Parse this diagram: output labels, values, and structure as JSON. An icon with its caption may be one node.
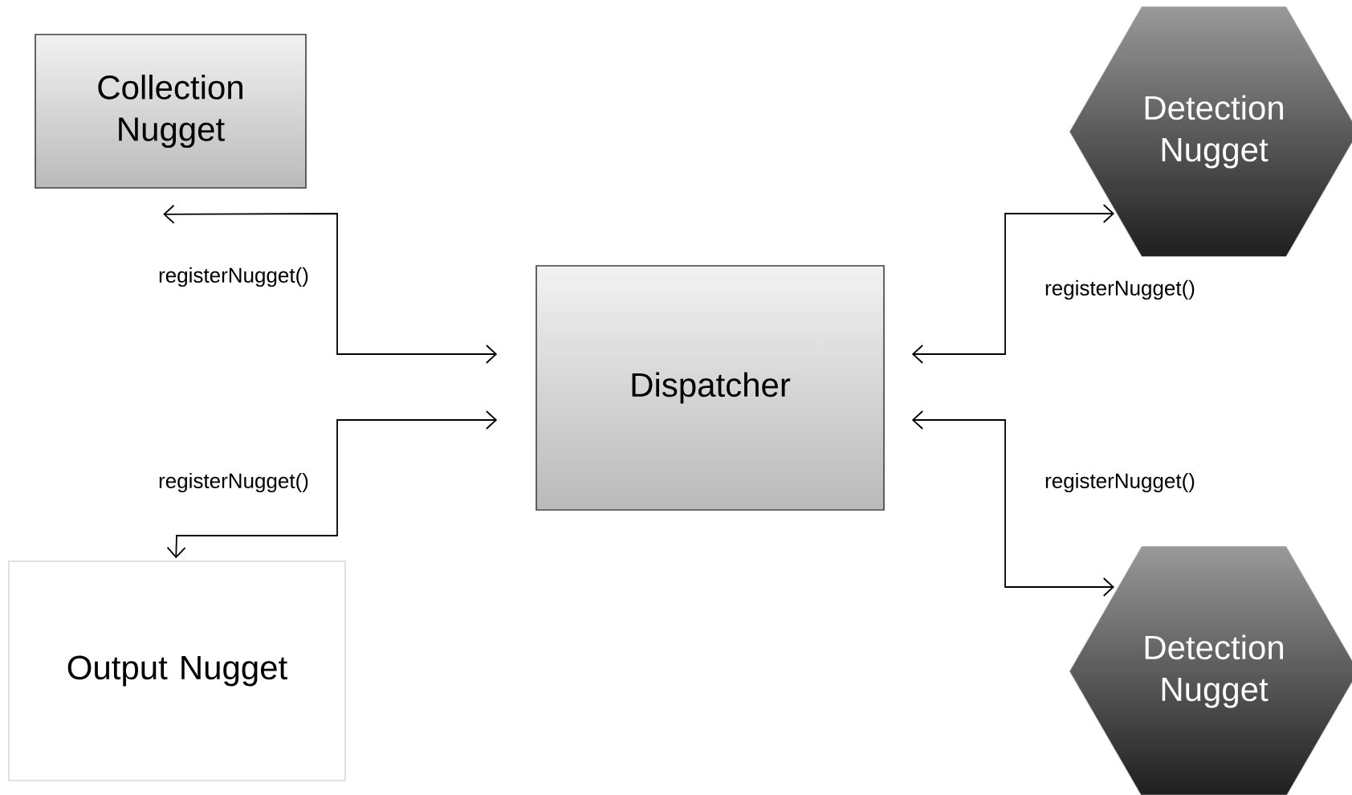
{
  "diagram": {
    "nodes": [
      {
        "text": [
          "Collection Nugget"
        ]
      },
      {
        "text": [
          "Detection Nugget"
        ]
      },
      {
        "text": [
          "Dispatcher"
        ]
      },
      {
        "text": [
          "Output Nugget"
        ]
      },
      {
        "text": [
          "Detection Nugget"
        ]
      }
    ],
    "edges": [
      {
        "from": 2,
        "to": 0,
        "arrow": "both",
        "label": "registerNugget()"
      },
      {
        "from": 2,
        "to": 3,
        "arrow": "both",
        "label": "registerNugget()"
      },
      {
        "from": 2,
        "to": 1,
        "arrow": "both",
        "label": "registerNugget()"
      },
      {
        "from": 2,
        "to": 4,
        "arrow": "both",
        "label": "registerNugget()"
      }
    ]
  }
}
